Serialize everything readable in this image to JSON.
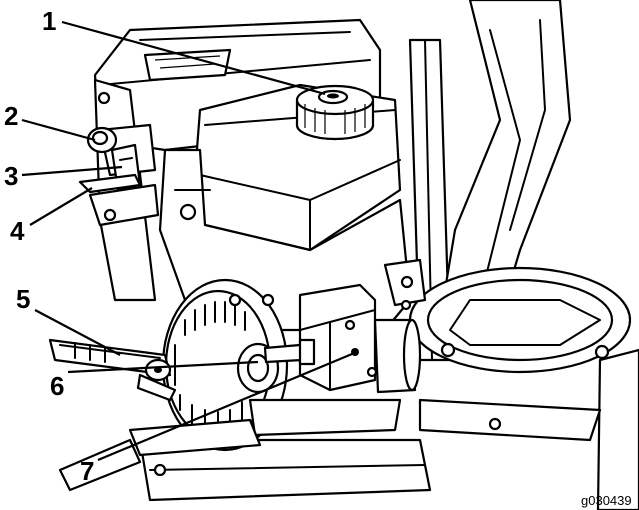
{
  "callouts": [
    {
      "num": "1",
      "label": "1"
    },
    {
      "num": "2",
      "label": "2"
    },
    {
      "num": "3",
      "label": "3"
    },
    {
      "num": "4",
      "label": "4"
    },
    {
      "num": "5",
      "label": "5"
    },
    {
      "num": "6",
      "label": "6"
    },
    {
      "num": "7",
      "label": "7"
    }
  ],
  "figure_id": "g030439"
}
